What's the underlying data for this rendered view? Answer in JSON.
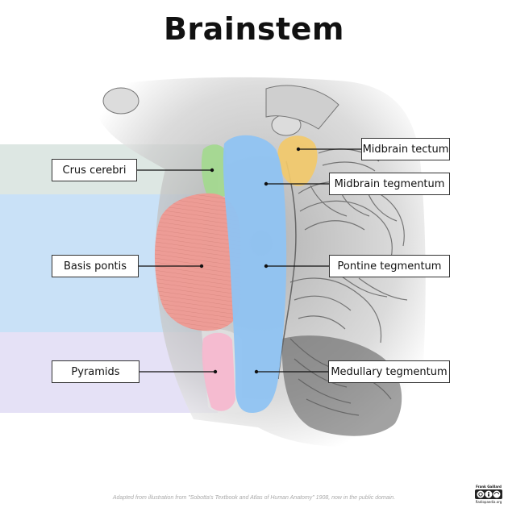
{
  "title": "Brainstem",
  "labels": {
    "crus_cerebri": "Crus cerebri",
    "basis_pontis": "Basis pontis",
    "pyramids": "Pyramids",
    "midbrain_tectum": "Midbrain tectum",
    "midbrain_tegmentum": "Midbrain tegmentum",
    "pontine_tegmentum": "Pontine tegmentum",
    "medullary_tegmentum": "Medullary tegmentum"
  },
  "credit": "Adapted from illustration from \"Sobotta's Textbook and Atlas of Human Anatomy\" 1908, now in the public domain.",
  "badge": {
    "author": "Frank Gaillard",
    "site": "Radiopaedia.org"
  },
  "colors": {
    "crus_cerebri": "#a3d98e",
    "basis_pontis": "#ef9a92",
    "pyramids": "#f5b8cf",
    "midbrain_tectum": "#f2c96a",
    "tegmentum": "#8fc3f2",
    "band_midbrain": "#dde7e3",
    "band_pons": "#c9e1f7",
    "band_medulla": "#e5e1f6"
  }
}
